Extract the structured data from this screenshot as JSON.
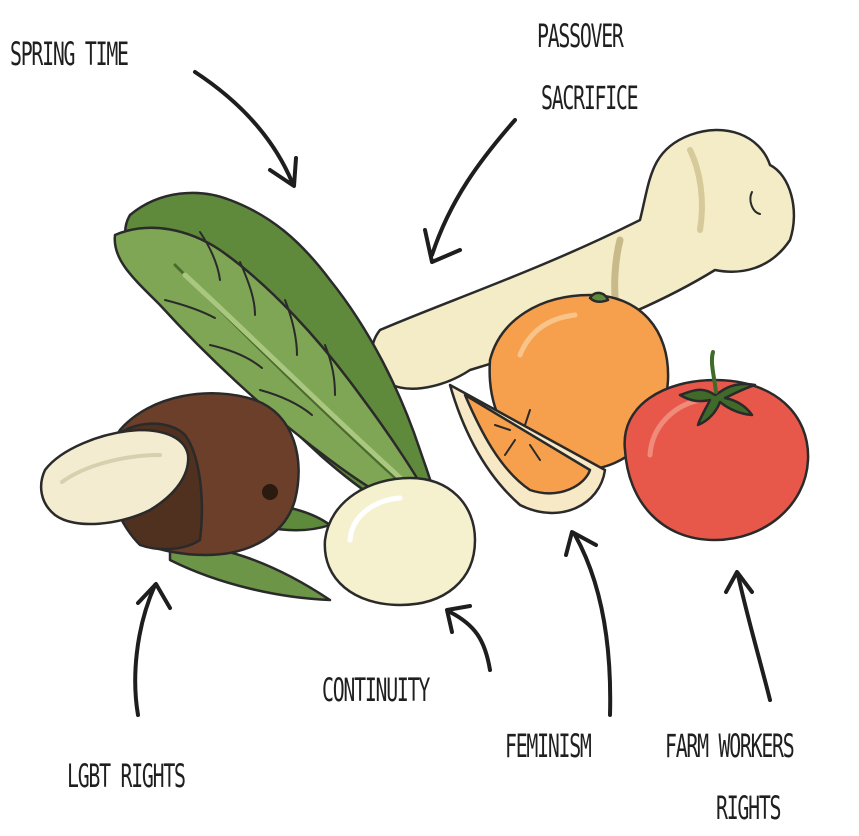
{
  "labels": {
    "spring_time": "SPRING TIME",
    "passover_line1": "PASSOVER",
    "passover_line2": "SACRIFICE",
    "continuity": "CONTINUITY",
    "lgbt_rights": "LGBT RIGHTS",
    "feminism": "FEMINISM",
    "farm_workers_line1": "FARM WORKERS",
    "farm_workers_line2": "RIGHTS"
  },
  "items": [
    {
      "icon": "lettuce-icon",
      "meaning": "spring_time",
      "color": "#6f9a47"
    },
    {
      "icon": "bone-icon",
      "meaning": "passover",
      "color": "#f3ecc6"
    },
    {
      "icon": "coconut-icon",
      "meaning": "lgbt_rights",
      "color": "#6b3f2a"
    },
    {
      "icon": "egg-icon",
      "meaning": "continuity",
      "color": "#f5f1cf"
    },
    {
      "icon": "orange-icon",
      "meaning": "feminism",
      "color": "#f6a04d"
    },
    {
      "icon": "tomato-icon",
      "meaning": "farm_workers_rights",
      "color": "#e8584a"
    }
  ]
}
